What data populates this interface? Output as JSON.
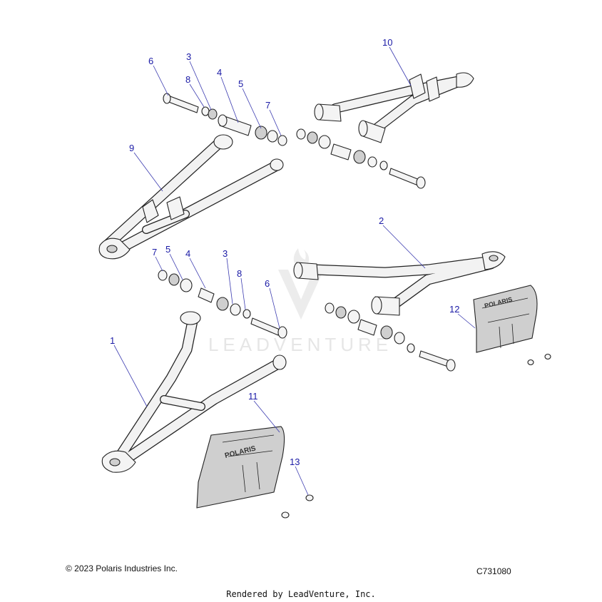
{
  "callouts": {
    "c1": "1",
    "c2": "2",
    "c3a": "3",
    "c3b": "3",
    "c4a": "4",
    "c4b": "4",
    "c5a": "5",
    "c5b": "5",
    "c6a": "6",
    "c6b": "6",
    "c7a": "7",
    "c7b": "7",
    "c8a": "8",
    "c8b": "8",
    "c9": "9",
    "c10": "10",
    "c11": "11",
    "c12": "12",
    "c13": "13"
  },
  "watermark": {
    "text": "LEADVENTURE"
  },
  "skid_plate_logo": "POLARIS",
  "footer": {
    "copyright": "© 2023 Polaris Industries Inc.",
    "figure_code": "C731080",
    "rendered_by": "Rendered by LeadVenture, Inc."
  },
  "colors": {
    "callout_text": "#1a1aa6",
    "line_art": "#222222",
    "skid_plate": "#d0d0d0",
    "watermark": "#e6e6e6"
  }
}
